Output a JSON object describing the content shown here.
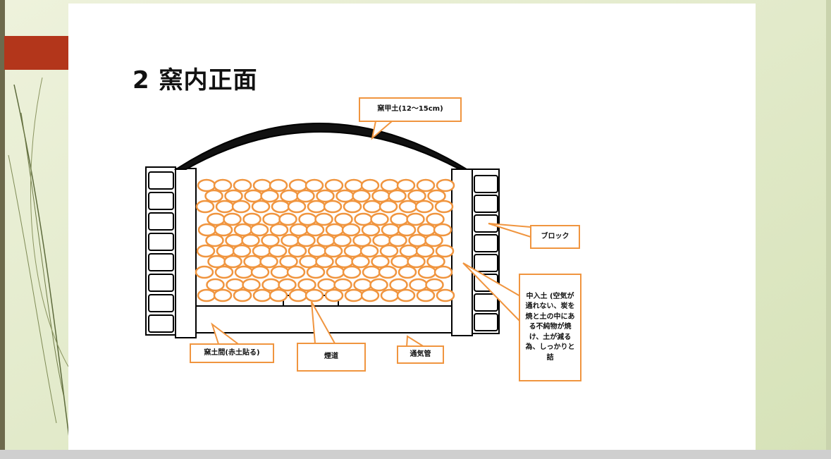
{
  "slide": {
    "title": "2 窯内正面"
  },
  "labels": {
    "dome": "窯甲土(12～15cm)",
    "block": "ブロック",
    "middle": "中入土 (空気が通れない、炭を焼と土の中にある不純物が焼け、土が減る為、しっかりと詰",
    "floor": "窯土間(赤土貼る)",
    "flue": "煙道",
    "vent": "通気管"
  },
  "colors": {
    "accent": "#f0953f",
    "red_bar": "#b3361b",
    "dome": "#111111"
  }
}
